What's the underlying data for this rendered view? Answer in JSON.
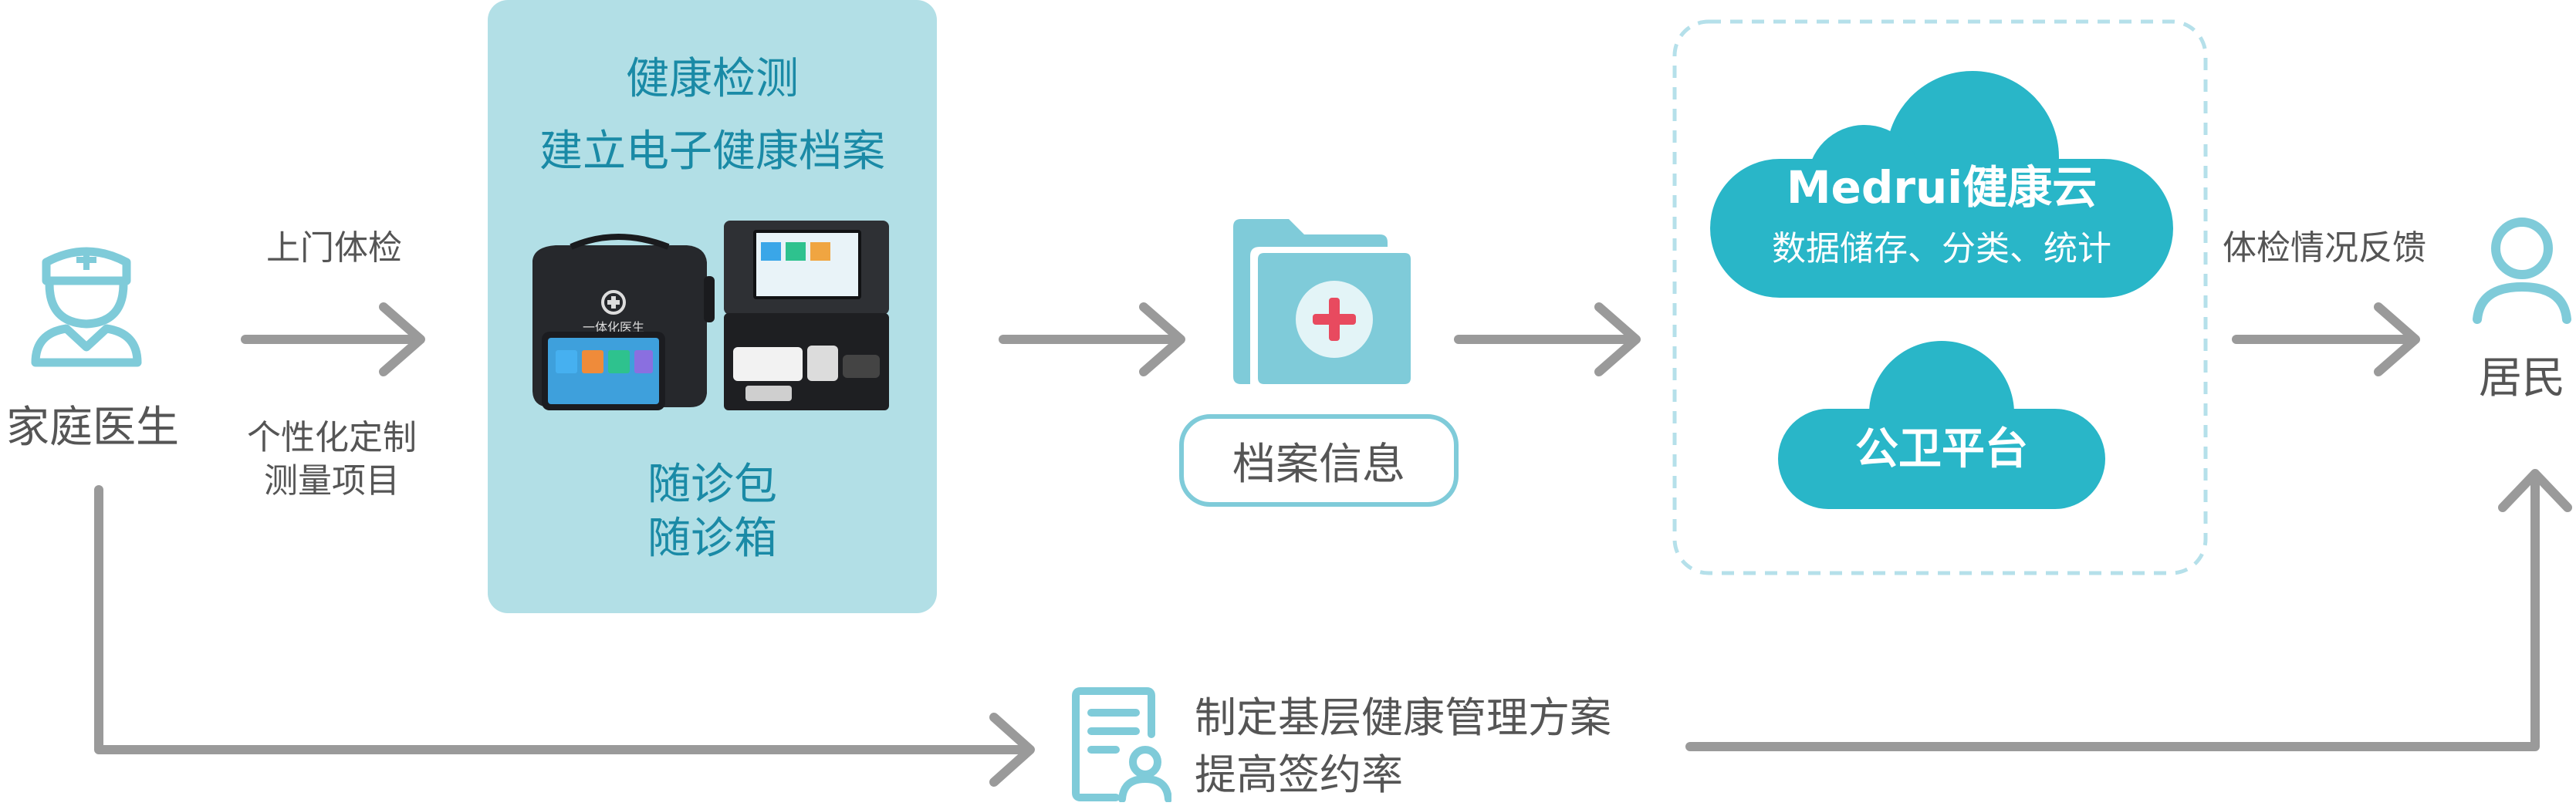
{
  "doctor": {
    "label": "家庭医生"
  },
  "arrow1": {
    "top_label": "上门体检",
    "bottom_label_line1": "个性化定制",
    "bottom_label_line2": "测量项目"
  },
  "panel": {
    "title_line1": "健康检测",
    "title_line2": "建立电子健康档案",
    "case_brand": "一体化医生",
    "footer_line1": "随诊包",
    "footer_line2": "随诊箱"
  },
  "archive": {
    "label": "档案信息"
  },
  "cloud_main": {
    "title": "Medrui健康云",
    "subtitle": "数据储存、分类、统计"
  },
  "cloud_small": {
    "title": "公卫平台"
  },
  "arrow_feedback": {
    "label": "体检情况反馈"
  },
  "resident": {
    "label": "居民"
  },
  "bottom_plan": {
    "line1": "制定基层健康管理方案",
    "line2": "提高签约率"
  },
  "colors": {
    "teal": "#29b6c8",
    "light_teal": "#7fcbd9",
    "panel_bg": "#b2dfe6",
    "arrow_gray": "#9a9a9a",
    "red_cross": "#e84a5f"
  }
}
